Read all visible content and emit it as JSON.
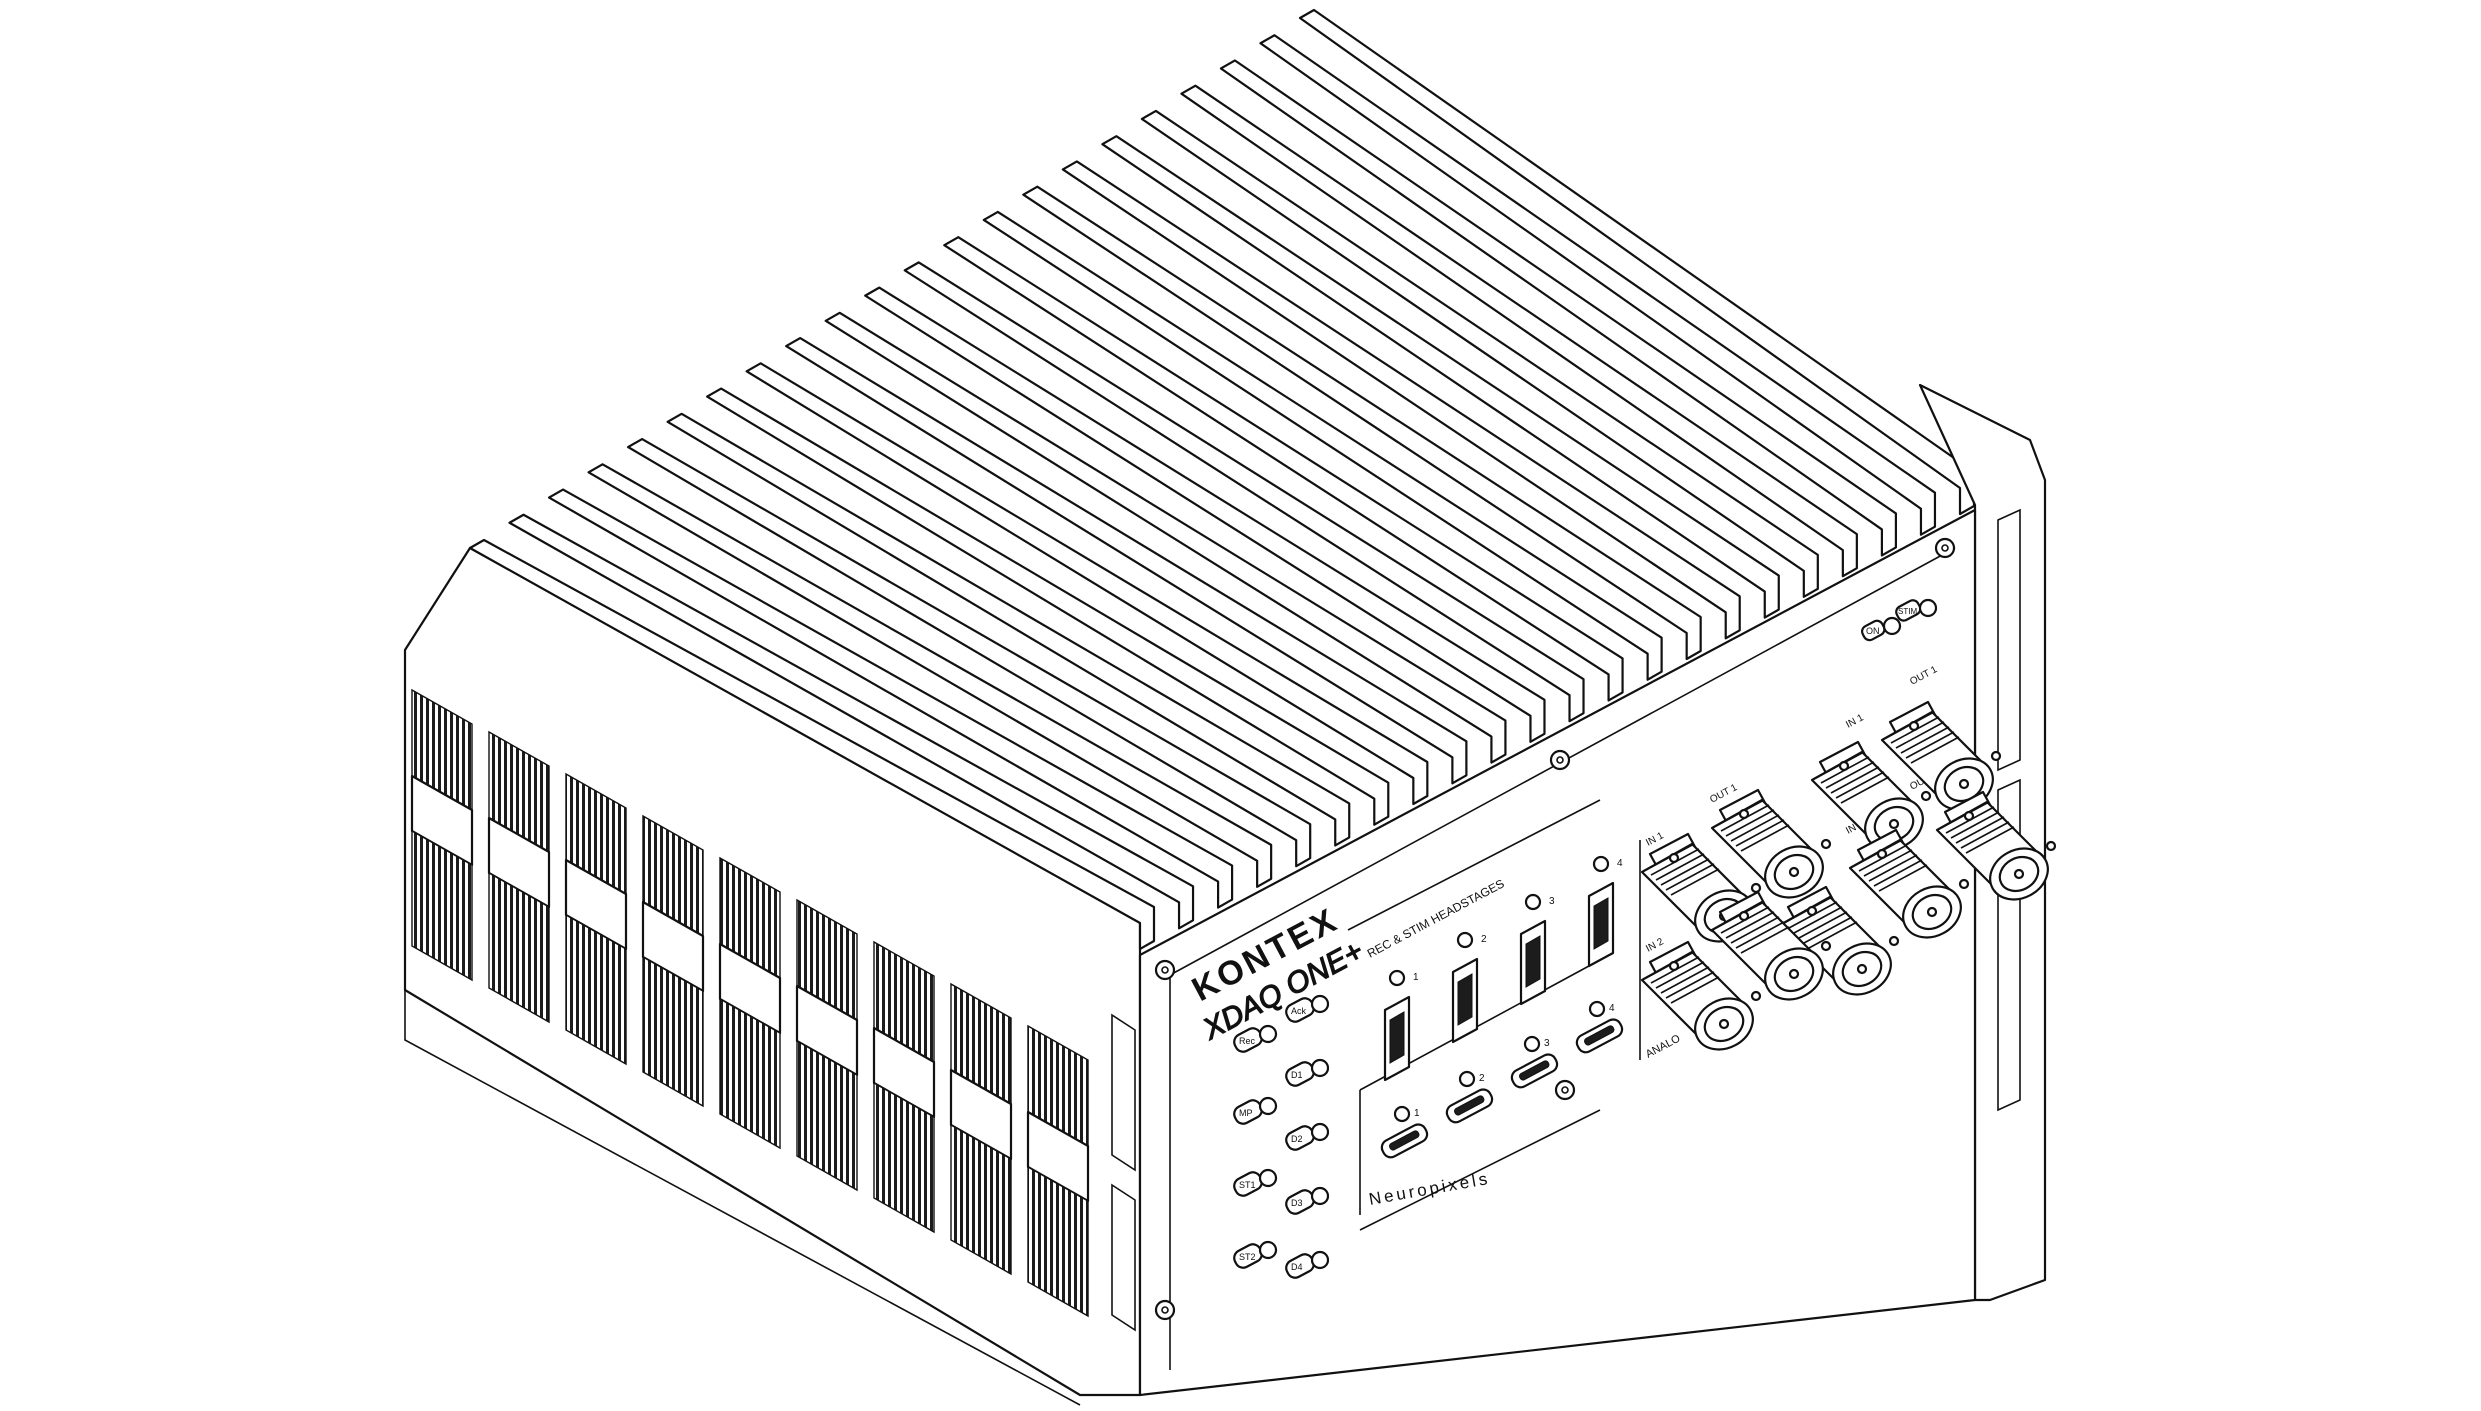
{
  "device": {
    "brand": "KONTEX",
    "model": "XDAQ ONE+"
  },
  "colors": {
    "line": "#111111",
    "body": "#ffffff",
    "hatch": "#1c1c1c"
  },
  "front_panel": {
    "indicators": [
      "ON",
      "STIM"
    ],
    "left_buttons_col1": [
      "Rec",
      "MP",
      "ST1",
      "ST2"
    ],
    "left_buttons_col2": [
      "Ack",
      "D1",
      "D2",
      "D3",
      "D4"
    ],
    "headstages_title": "REC & STIM HEADSTAGES",
    "headstage_ports": [
      "1",
      "2",
      "3",
      "4"
    ],
    "usb_c_ports": [
      "1",
      "2",
      "3",
      "4"
    ],
    "neuropixels_label": "Neuropixels"
  },
  "bnc_panel": {
    "analog_label": "ANALO",
    "row_a": [
      "IN 1",
      "IN 2"
    ],
    "row_b": [
      "OUT 1",
      "IN"
    ],
    "row_c": [
      "IN 1",
      "OU"
    ],
    "row_d": [
      "OUT 1"
    ]
  }
}
